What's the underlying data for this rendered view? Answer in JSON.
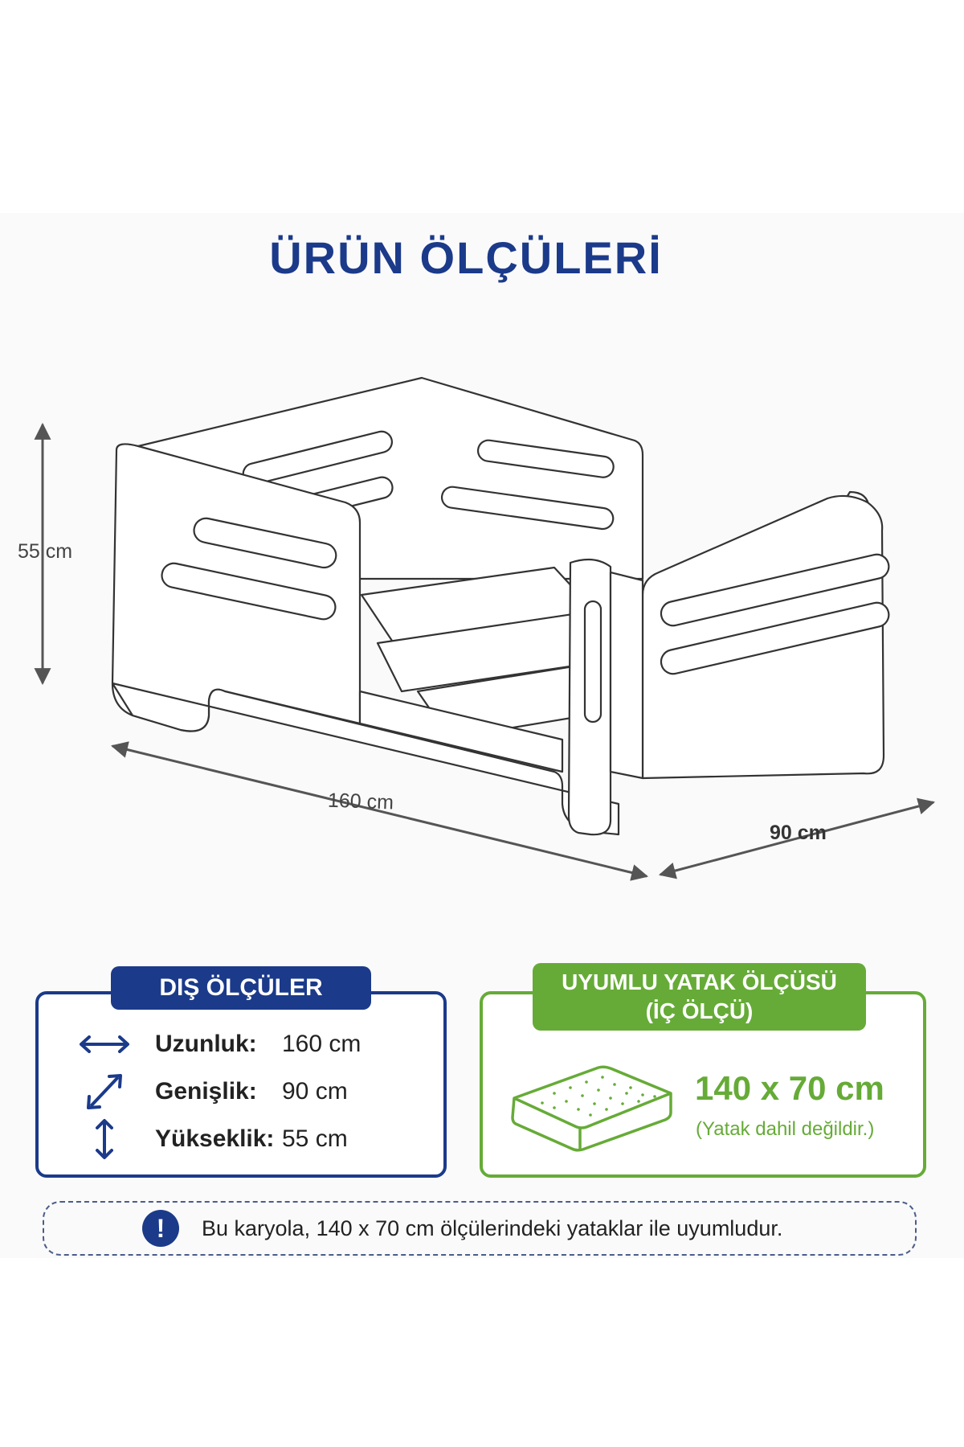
{
  "title": "ÜRÜN ÖLÇÜLERİ",
  "dimensions": {
    "height_label": "55 cm",
    "length_label": "160 cm",
    "width_label": "90 cm"
  },
  "outer": {
    "badge": "DIŞ ÖLÇÜLER",
    "rows": [
      {
        "icon": "horizontal-arrow-icon",
        "key": "Uzunluk:",
        "value": "160 cm"
      },
      {
        "icon": "diagonal-arrow-icon",
        "key": "Genişlik:",
        "value": "90 cm"
      },
      {
        "icon": "vertical-arrow-icon",
        "key": "Yükseklik:",
        "value": "55 cm"
      }
    ]
  },
  "mattress": {
    "badge_line1": "UYUMLU YATAK ÖLÇÜSÜ",
    "badge_line2": "(İÇ ÖLÇÜ)",
    "size": "140 x 70 cm",
    "note": "(Yatak dahil değildir.)",
    "icon": "mattress-icon"
  },
  "notice": {
    "icon": "exclamation-icon",
    "symbol": "!",
    "text": "Bu karyola, 140 x 70 cm ölçülerindeki yataklar ile uyumludur."
  },
  "colors": {
    "brand_blue": "#1b3a8a",
    "brand_green": "#66ab37"
  }
}
